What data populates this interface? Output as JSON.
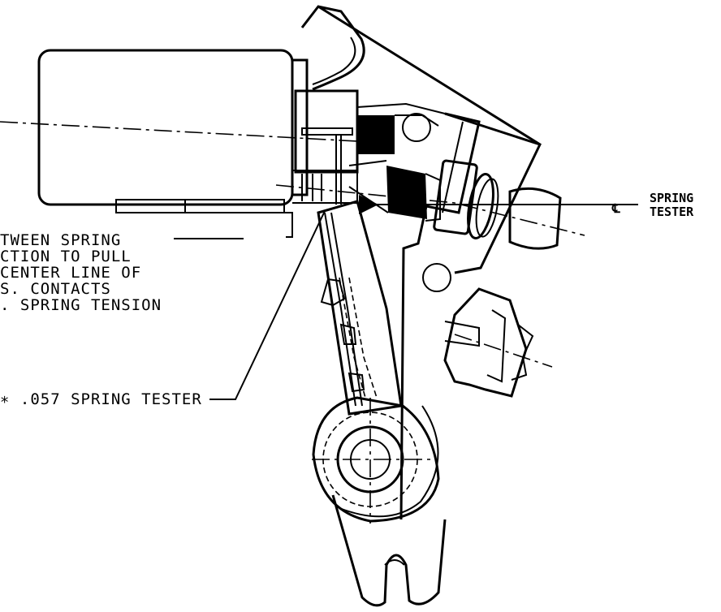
{
  "note_lines": [
    "TWEEN SPRING",
    "CTION TO PULL",
    "CENTER LINE OF",
    "S.  CONTACTS",
    ".  SPRING TENSION"
  ],
  "tester_callout": "∗ .057 SPRING TESTER",
  "centerline": {
    "symbol": "℄",
    "label_line1": "SPRING",
    "label_line2": "TESTER"
  }
}
